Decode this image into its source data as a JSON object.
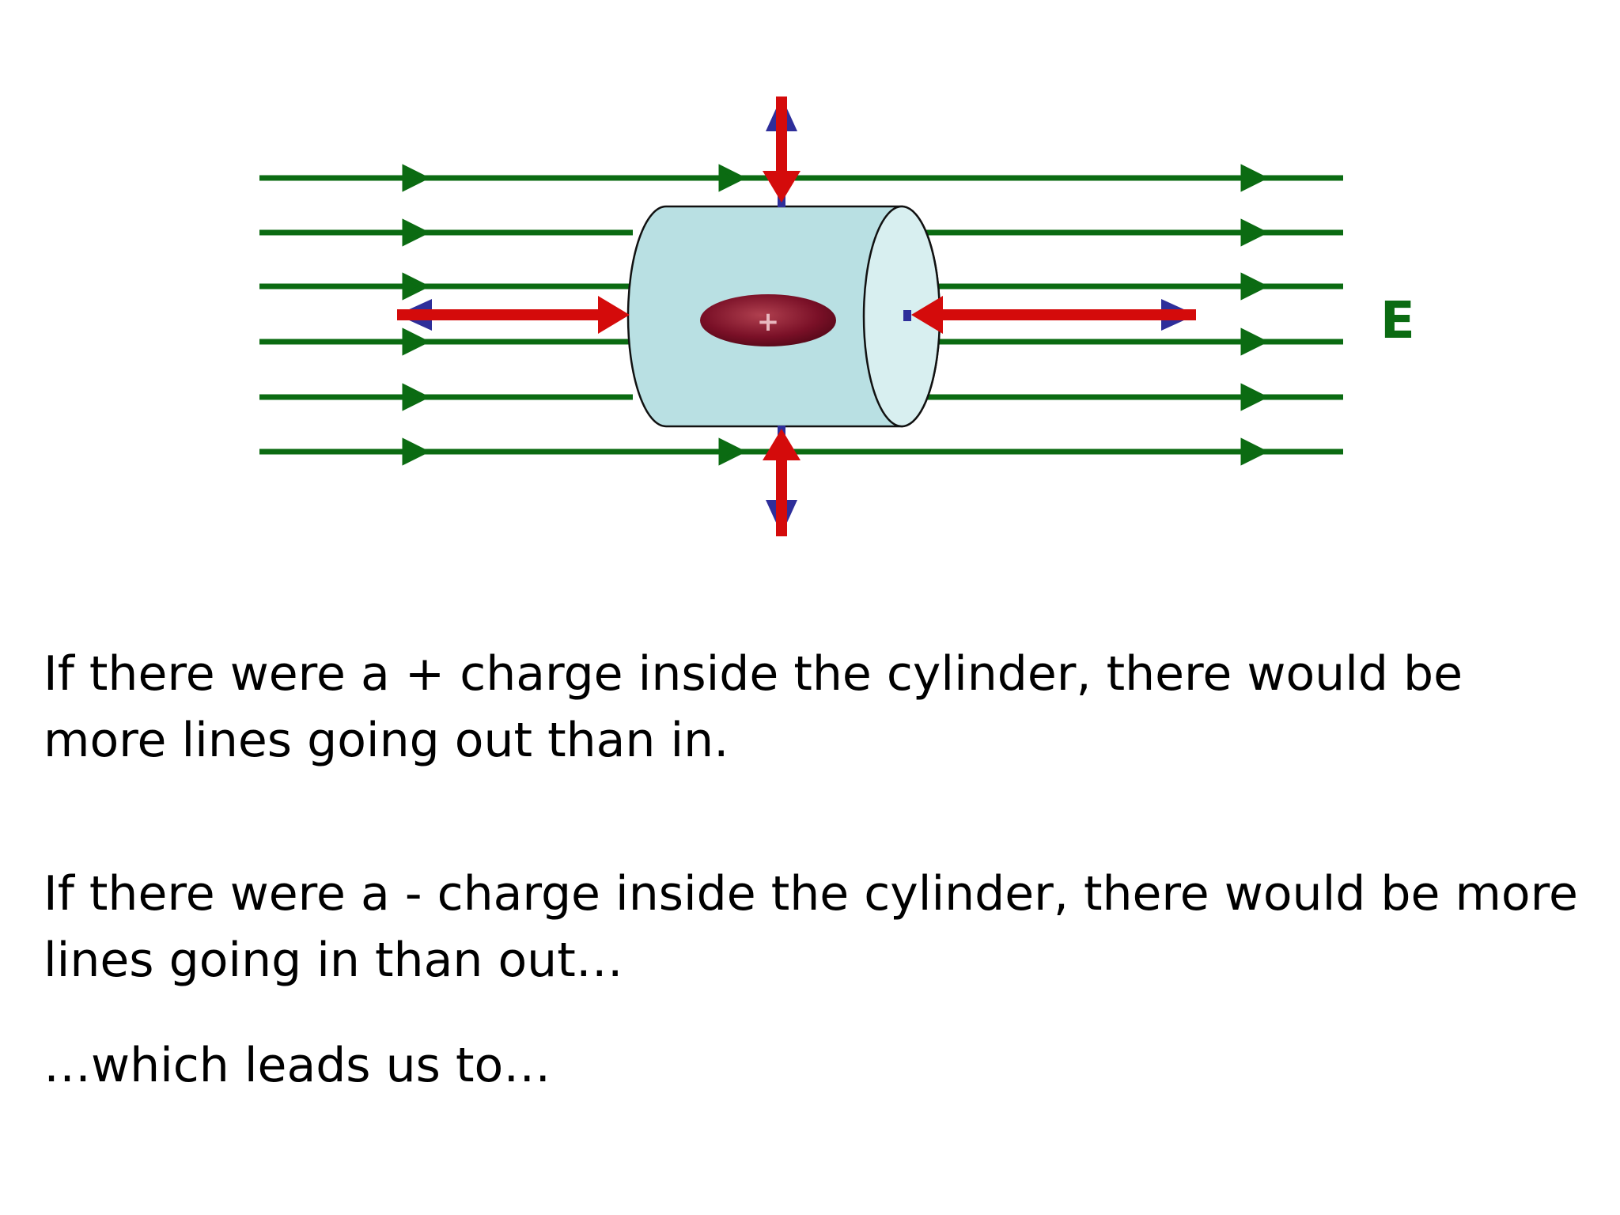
{
  "diagram": {
    "field_label": "E",
    "charge_symbol": "+",
    "colors": {
      "field_line": "#0b6b12",
      "flux_arrow": "#d40b0b",
      "normal_arrow": "#2e2e9a",
      "cylinder_body": "#b9e0e3",
      "cylinder_end": "#d8eff0",
      "cylinder_outline": "#111111",
      "charge_fill": "#7a1027",
      "label": "#0b6b12"
    },
    "icons": {
      "field_lines": "right-arrow-line",
      "flux_arrows": "double-headed-arrow",
      "charge": "ellipse-charge"
    }
  },
  "text": {
    "p1": "If there were a + charge inside the cylinder, there would be more lines going out than in.",
    "p2": "If there were a - charge inside the cylinder, there would be more lines going in than out…",
    "p3": "…which leads us to…"
  }
}
